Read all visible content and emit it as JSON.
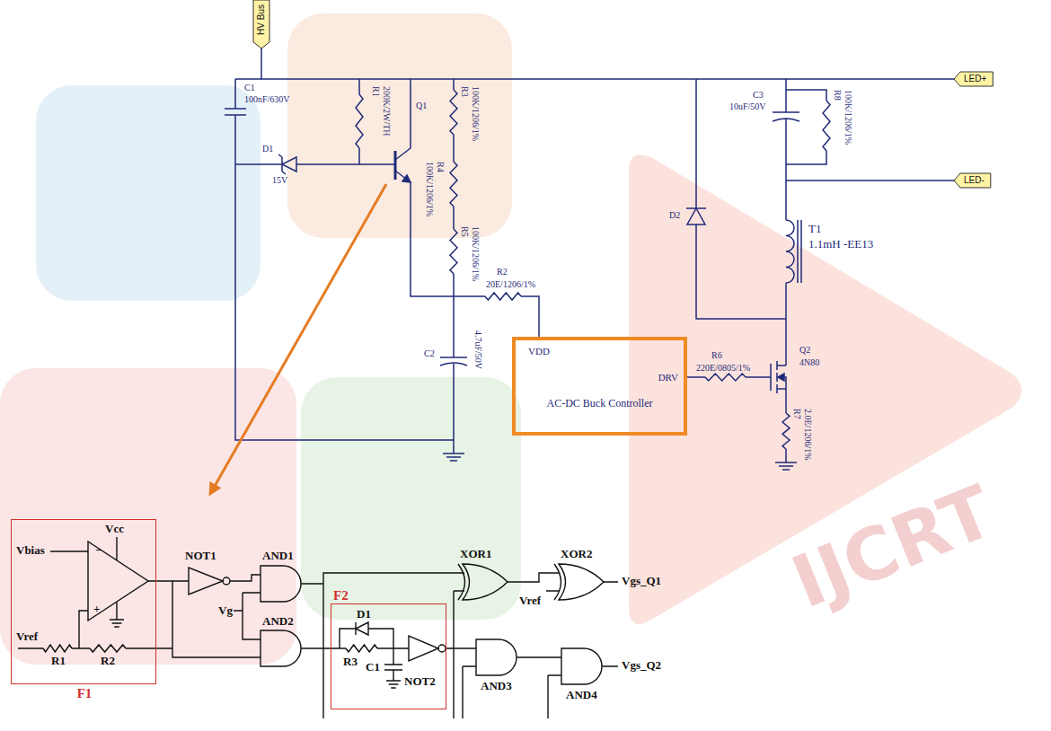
{
  "diagram": {
    "nodes": [
      {
        "text": [
          "HV Bus"
        ]
      },
      {
        "text": [
          "LED+"
        ]
      },
      {
        "text": [
          "LED-"
        ]
      },
      {
        "text": [
          "VDD",
          "DRV",
          "AC-DC Buck Controller"
        ]
      },
      {
        "text": [
          "F1"
        ]
      },
      {
        "text": [
          "F2"
        ]
      }
    ],
    "edges": [
      {
        "from": 0,
        "to": 1,
        "arrow": "none"
      }
    ],
    "labels": [
      "C1",
      "100nF/630V",
      "R1",
      "200K/2W/TH",
      "Q1",
      "D1",
      "15V",
      "R3",
      "100K/1206/1%",
      "R4",
      "100K/1206/1%",
      "R5",
      "100K/1206/1%",
      "R2",
      "20E/1206/1%",
      "C2",
      "4.7uF/50V",
      "D2",
      "C3",
      "10uF/50V",
      "R8",
      "100K/1206/1%",
      "T1",
      "1.1mH -EE13",
      "R6",
      "220E/0805/1%",
      "Q2",
      "4N80",
      "R7",
      "2.0E/1206/1%",
      "Vbias",
      "Vcc",
      "−",
      "+",
      "Vref",
      "R1",
      "R2",
      "NOT1",
      "AND1",
      "Vg",
      "AND2",
      "XOR1",
      "Vref",
      "XOR2",
      "Vgs_Q1",
      "D1",
      "R3",
      "C1",
      "NOT2",
      "Vgs_Q2",
      "AND3",
      "AND4",
      "IJCRT"
    ]
  }
}
